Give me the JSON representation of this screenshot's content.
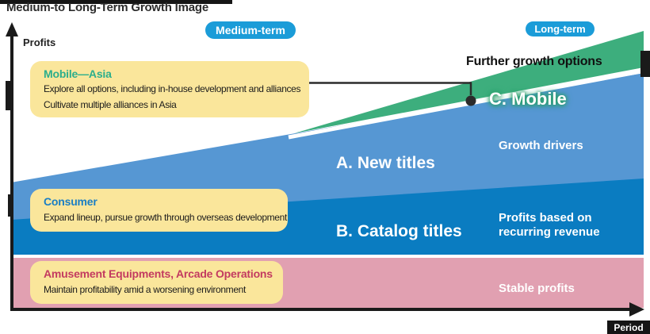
{
  "page": {
    "title": "Medium-to Long-Term Growth Image"
  },
  "axes": {
    "y_label": "Profits",
    "x_label": "Period"
  },
  "badges": {
    "medium_term": "Medium-term",
    "long_term": "Long-term"
  },
  "annotations": {
    "further_growth": "Further growth options"
  },
  "layers": {
    "mobile": {
      "label": "C. Mobile",
      "color": "#3dae7d"
    },
    "new_titles": {
      "label": "A. New titles",
      "note": "Growth drivers",
      "color": "#5697d3"
    },
    "catalog_titles": {
      "label": "B. Catalog titles",
      "note_line1": "Profits based on",
      "note_line2": "recurring revenue",
      "color": "#0a7cc1"
    },
    "amusement": {
      "note": "Stable profits",
      "color": "#e1a0b1"
    }
  },
  "callouts": {
    "mobile_asia": {
      "title": "Mobile—Asia",
      "title_color": "#2bae8c",
      "line1": "Explore all options, including in-house development and alliances",
      "line2": "Cultivate multiple alliances in Asia"
    },
    "consumer": {
      "title": "Consumer",
      "title_color": "#1a7ec4",
      "line1": "Expand lineup, pursue growth through overseas development"
    },
    "amusement": {
      "title": "Amusement Equipments, Arcade Operations",
      "title_color": "#c33a60",
      "line1": "Maintain profitability amid a worsening environment"
    }
  },
  "colors": {
    "badge_blue": "#1b9cd8",
    "callout_yellow": "#fae69b",
    "axis_black": "#151515"
  }
}
